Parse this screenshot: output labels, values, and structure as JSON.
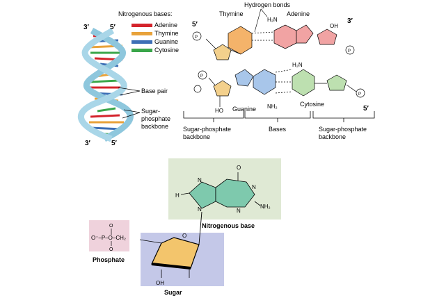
{
  "helix": {
    "end_top_left": "3′",
    "end_top_right": "5′",
    "end_bottom_left": "3′",
    "end_bottom_right": "5′"
  },
  "legend": {
    "title": "Nitrogenous bases:",
    "items": [
      {
        "label": "Adenine",
        "color": "#d4242c"
      },
      {
        "label": "Thymine",
        "color": "#e8a23a"
      },
      {
        "label": "Guanine",
        "color": "#3d6fb6"
      },
      {
        "label": "Cytosine",
        "color": "#3aa64a"
      }
    ]
  },
  "callouts": {
    "base_pair": "Base pair",
    "backbone_line1": "Sugar-",
    "backbone_line2": "phosphate",
    "backbone_line3": "backbone"
  },
  "structure": {
    "hydrogen_bonds": "Hydrogen bonds",
    "thymine": "Thymine",
    "adenine": "Adenine",
    "guanine": "Guanine",
    "cytosine": "Cytosine",
    "end_5_top": "5′",
    "end_3_top": "3′",
    "end_5_bottom": "5′",
    "h2n_adenine": "H₂N",
    "h2n_cytosine": "H₂N",
    "nh2_guanine": "NH₂",
    "oh": "HO",
    "oh2": "OH"
  },
  "brackets": {
    "left_line1": "Sugar-phosphate",
    "left_line2": "backbone",
    "middle": "Bases",
    "right_line1": "Sugar-phosphate",
    "right_line2": "backbone"
  },
  "nucleotide": {
    "phosphate_formula": "O⁻–P–O–CH₂",
    "phosphate_label": "Phosphate",
    "sugar_label": "Sugar",
    "base_label": "Nitrogenous base",
    "oh": "OH",
    "h": "H",
    "nh2": "NH₂",
    "o": "O",
    "n": "N",
    "colors": {
      "phosphate_box": "#efd2dc",
      "sugar_box": "#c4c8e8",
      "base_box": "#dfe9d4",
      "sugar_ring": "#f3c56c",
      "base_ring": "#7ec9ad"
    }
  }
}
